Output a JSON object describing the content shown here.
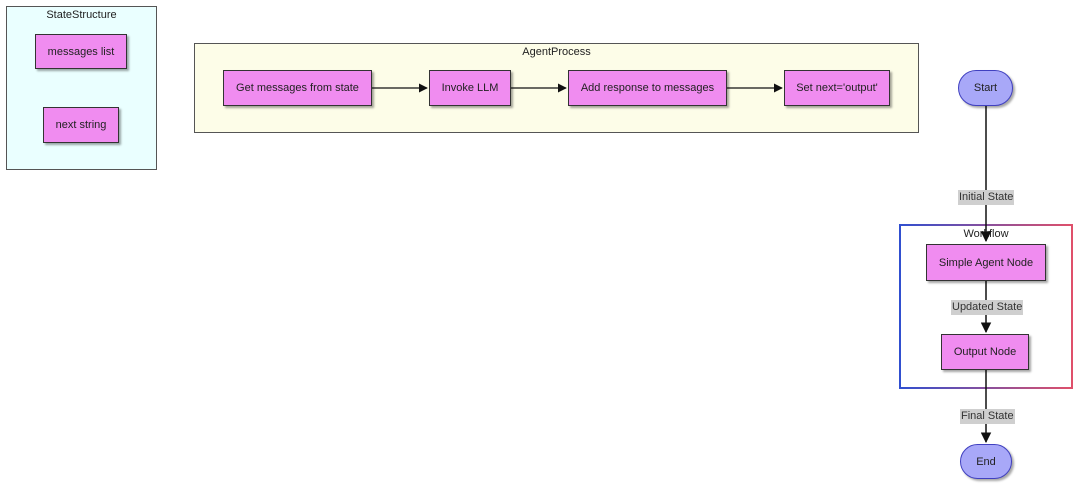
{
  "state_structure": {
    "title": "StateStructure",
    "fields": [
      "messages list",
      "next string"
    ]
  },
  "agent_process": {
    "title": "AgentProcess",
    "steps": [
      "Get messages from state",
      "Invoke LLM",
      "Add response to messages",
      "Set next='output'"
    ]
  },
  "workflow": {
    "title": "Workflow",
    "start": "Start",
    "end": "End",
    "nodes": [
      "Simple Agent Node",
      "Output Node"
    ],
    "edge_labels": [
      "Initial State",
      "Updated State",
      "Final State"
    ]
  },
  "colors": {
    "node_fill": "#f08cf0",
    "terminal_fill": "#a8a8f8",
    "state_bg": "#eaffff",
    "process_bg": "#fdfde8",
    "label_bg": "#cfcfcf"
  }
}
